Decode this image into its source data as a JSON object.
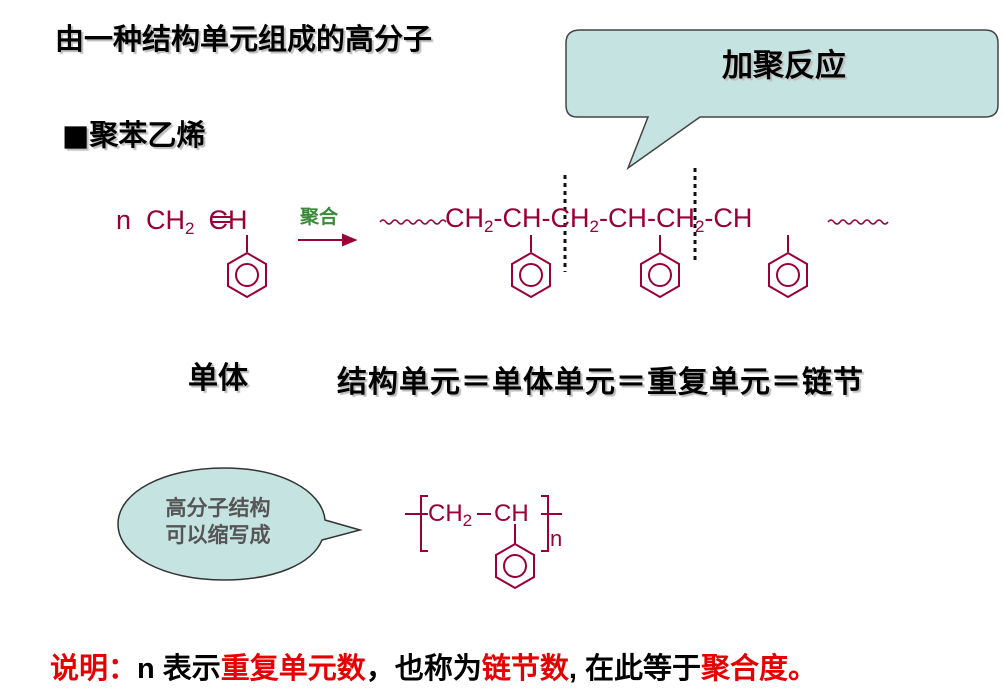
{
  "title": "由一种结构单元组成的高分子",
  "bullet": "■聚苯乙烯",
  "callout": "加聚反应",
  "reaction": {
    "coefficient": "n",
    "monomer_ch2": "CH",
    "monomer_sub": "2",
    "monomer_ch": "CH",
    "arrow_label": "聚合",
    "polymer": [
      {
        "text": "CH",
        "sub": "2",
        "dash": "-"
      },
      {
        "text": "CH",
        "sub": "",
        "dash": "-"
      },
      {
        "text": "CH",
        "sub": "2",
        "dash": "-"
      },
      {
        "text": "CH",
        "sub": "",
        "dash": "-"
      },
      {
        "text": "CH",
        "sub": "2",
        "dash": "-"
      },
      {
        "text": "CH",
        "sub": "",
        "dash": ""
      }
    ]
  },
  "monomer_label": "单体",
  "equation": "结构单元＝单体单元＝重复单元＝链节",
  "bubble": {
    "line1": "高分子结构",
    "line2": "可以缩写成"
  },
  "abbrev": {
    "ch2": "CH",
    "sub": "2",
    "ch": "CH",
    "n": "n"
  },
  "note": {
    "part1": "说明：",
    "part2": "n 表示",
    "part3": "重复单元数",
    "part4": "，也称为",
    "part5": "链节数",
    "part6": ", 在此等于",
    "part7": "聚合度。"
  },
  "colors": {
    "formula": "#990033",
    "bubble_fill": "#c5e3e1",
    "arrow_label": "#3a8a3a",
    "note_red": "#e60000"
  }
}
